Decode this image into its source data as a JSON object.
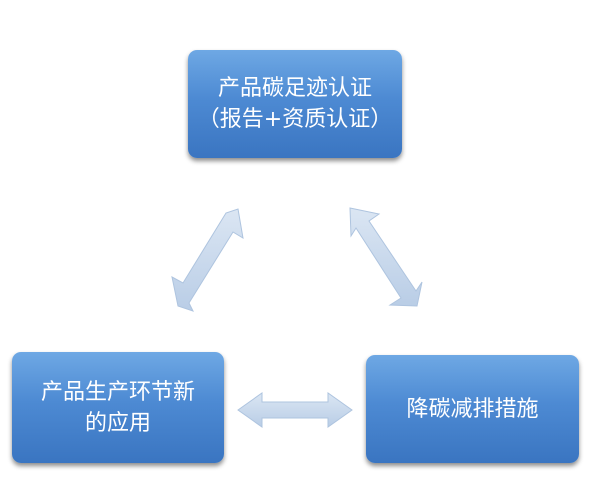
{
  "diagram": {
    "top_box": {
      "lines": [
        "产品碳足迹认证",
        "（报告+资质认证）"
      ]
    },
    "left_box": {
      "lines": [
        "产品生产环节新",
        "的应用"
      ]
    },
    "right_box": {
      "lines": [
        "降碳减排措施"
      ]
    },
    "colors": {
      "box_fill": "#4d8ad3",
      "box_text": "#ffffff",
      "arrow_fill": "#c9d9ec",
      "arrow_stroke": "#b3c8e2"
    },
    "arrows": [
      {
        "from": "top_box",
        "to": "left_box",
        "type": "bidirectional"
      },
      {
        "from": "top_box",
        "to": "right_box",
        "type": "bidirectional"
      },
      {
        "from": "left_box",
        "to": "right_box",
        "type": "bidirectional"
      }
    ]
  }
}
